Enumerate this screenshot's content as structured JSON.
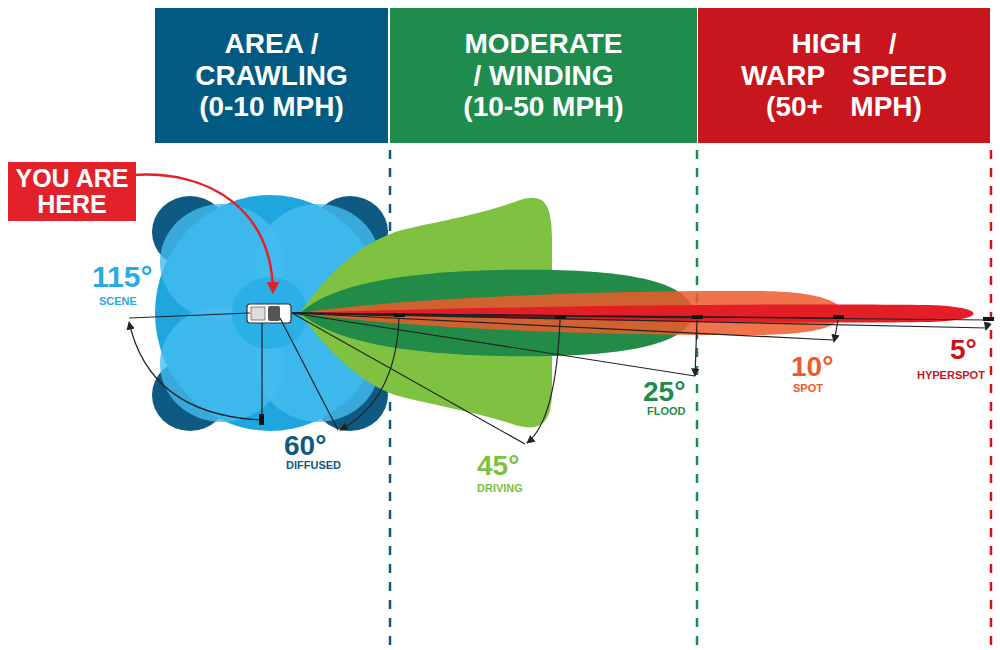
{
  "diagram": {
    "nodes": [
      {
        "text": [
          "AREA / CRAWLING (0-10 MPH)"
        ]
      },
      {
        "text": [
          "MODERATE / WINDING (10-50 MPH)"
        ]
      },
      {
        "text": [
          "HIGH / WARP SPEED (50+ MPH)"
        ]
      },
      {
        "text": [
          "YOU ARE HERE"
        ]
      }
    ],
    "labels": [
      "115°",
      "SCENE",
      "60°",
      "DIFFUSED",
      "45°",
      "DRIVING",
      "25°",
      "FLOOD",
      "10°",
      "SPOT",
      "5°",
      "HYPERSPOT"
    ]
  }
}
